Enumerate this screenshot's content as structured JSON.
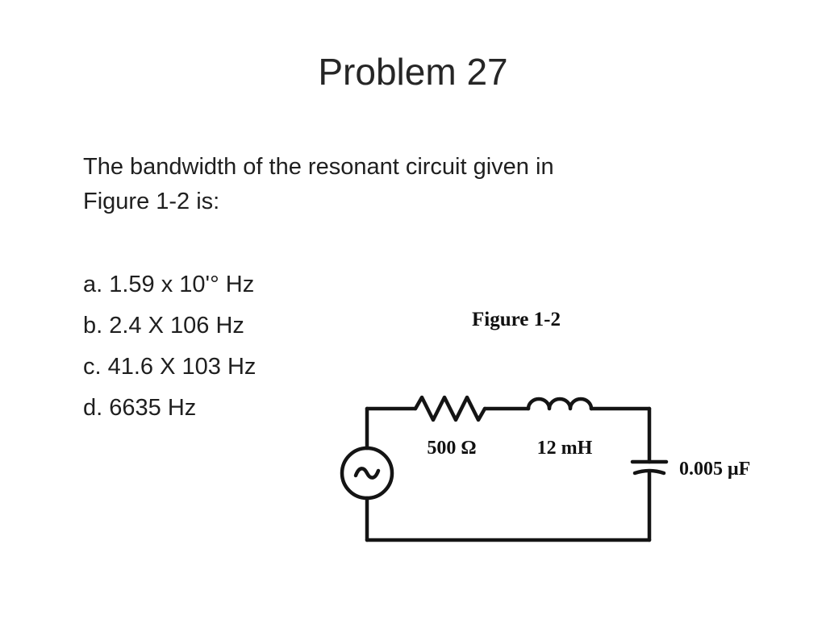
{
  "slide": {
    "title": "Problem 27",
    "question_line1": "The bandwidth of the resonant circuit given in",
    "question_line2": "Figure 1-2 is:",
    "options": [
      "a. 1.59 x 10'° Hz",
      "b. 2.4 X 106 Hz",
      "c. 41.6 X 103 Hz",
      "d. 6635 Hz"
    ],
    "figure": {
      "caption": "Figure 1-2",
      "resistor_label": "500 Ω",
      "inductor_label": "12 mH",
      "capacitor_label": "0.005 μF"
    }
  }
}
